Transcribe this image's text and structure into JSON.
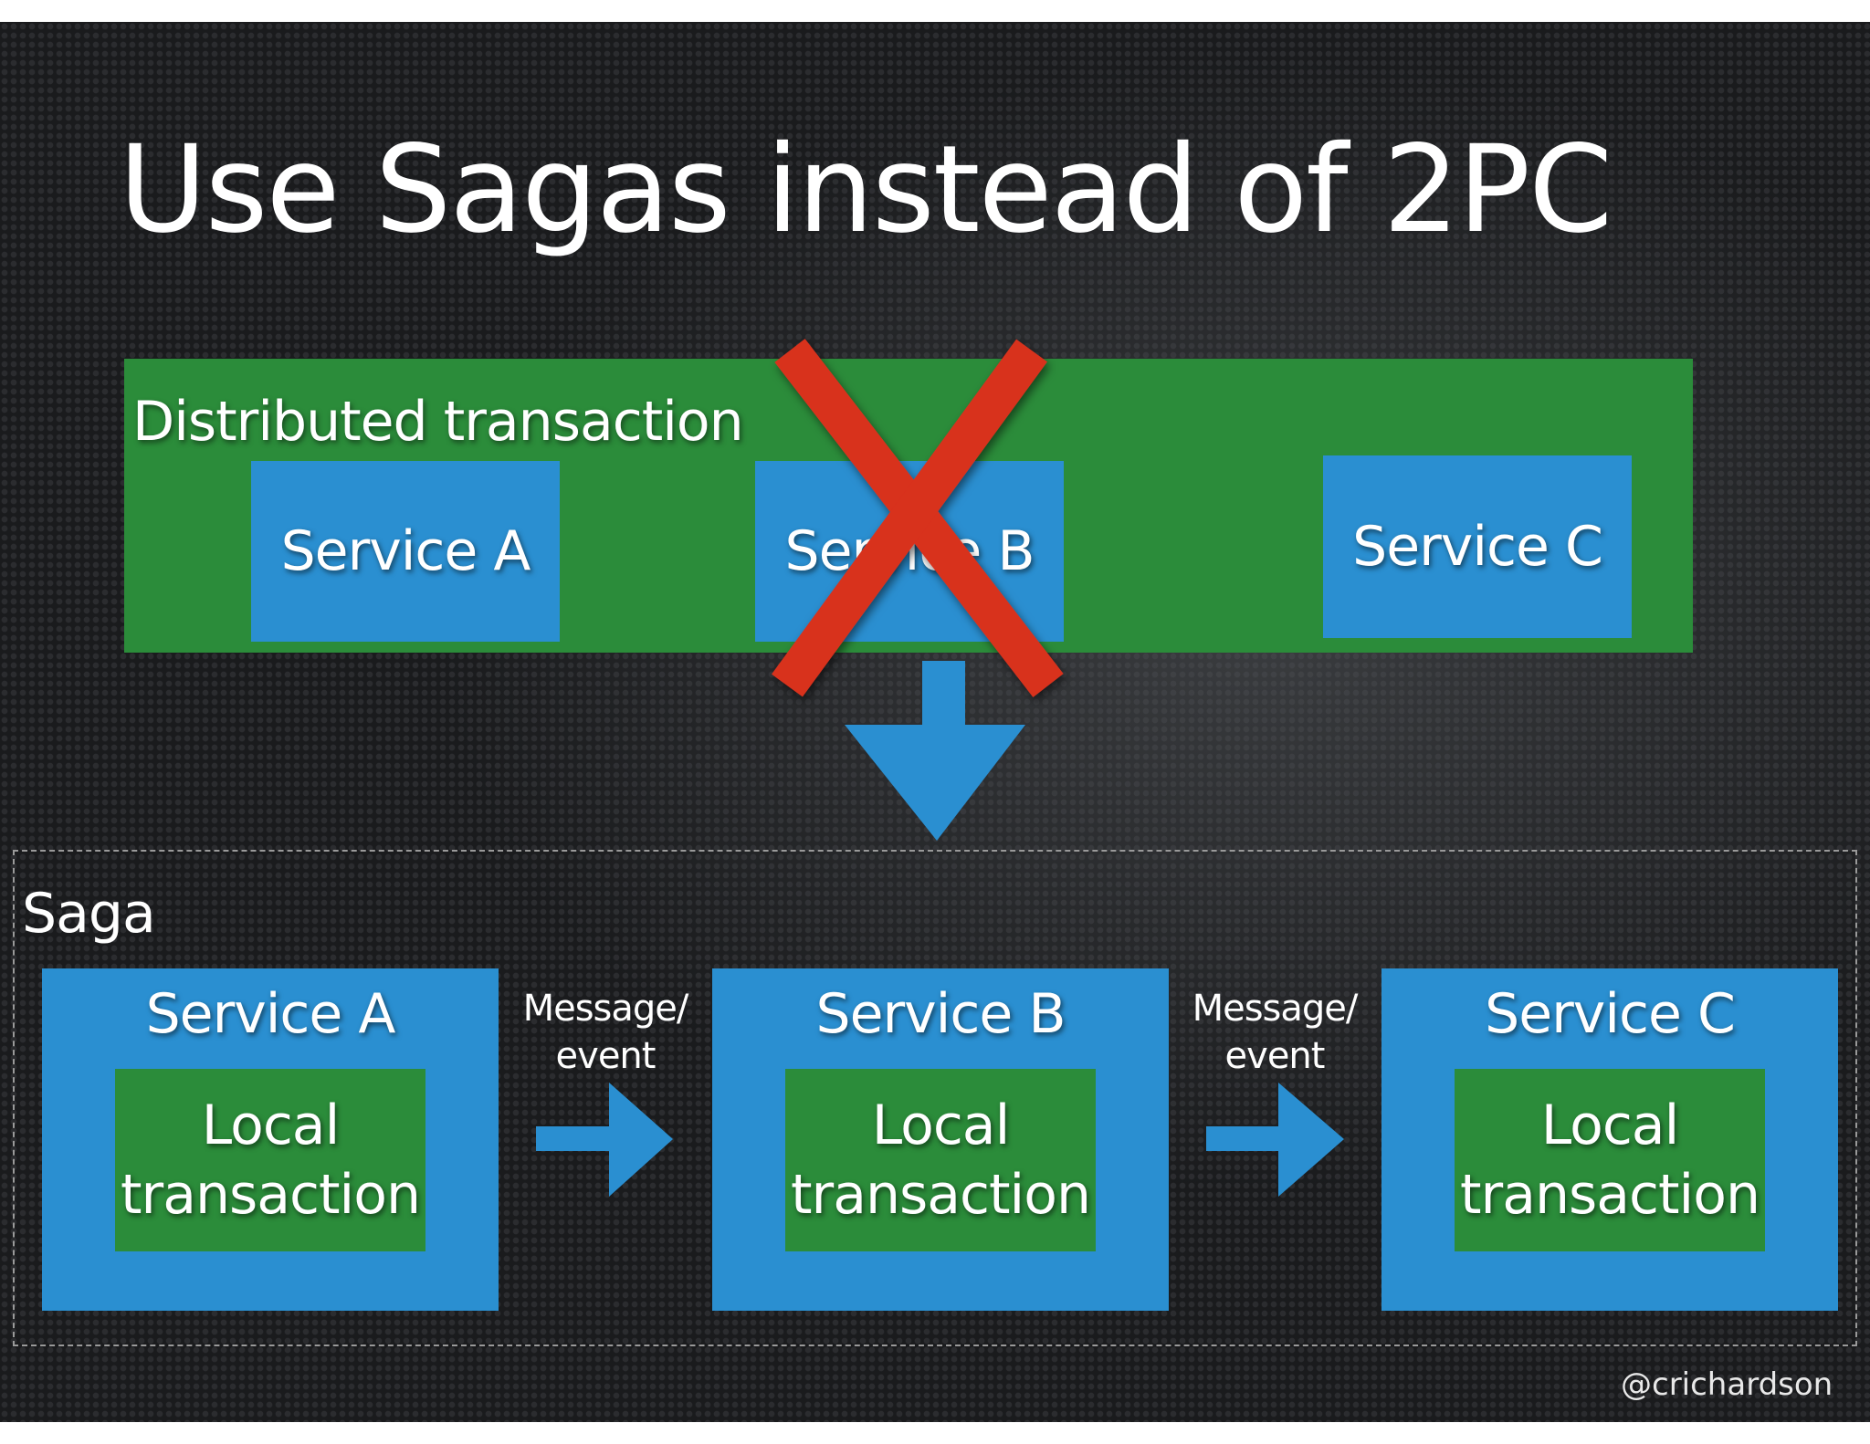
{
  "title": "Use Sagas instead of 2PC",
  "distributed_transaction": {
    "label": "Distributed transaction",
    "services": [
      "Service A",
      "Service B",
      "Service C"
    ],
    "crossed_out": true
  },
  "saga": {
    "label": "Saga",
    "services": [
      {
        "name": "Service A",
        "inner": [
          "Local",
          "transaction"
        ]
      },
      {
        "name": "Service B",
        "inner": [
          "Local",
          "transaction"
        ]
      },
      {
        "name": "Service C",
        "inner": [
          "Local",
          "transaction"
        ]
      }
    ],
    "connectors": [
      {
        "label": [
          "Message/",
          "event"
        ]
      },
      {
        "label": [
          "Message/",
          "event"
        ]
      }
    ]
  },
  "credit": "@crichardson",
  "colors": {
    "background": "#1d1e20",
    "service_blue": "#2a8fd1",
    "transaction_green": "#2b8c3a",
    "cross_red": "#d8301f",
    "arrow_blue": "#2a8fd1",
    "text": "#ffffff"
  }
}
